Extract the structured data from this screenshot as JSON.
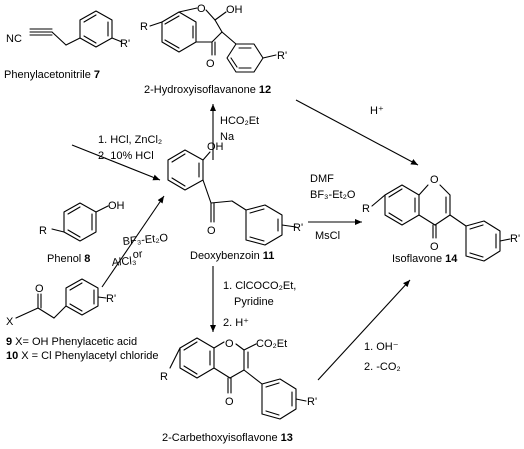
{
  "compounds": {
    "c12": {
      "name": "2-Hydroxyisoflavanone",
      "number": "12",
      "oh": "OH",
      "ring_o": "O",
      "keto_o": "O",
      "r": "R",
      "rp": "R'"
    },
    "c7": {
      "name": "Phenylacetonitrile",
      "number": "7",
      "nc": "NC",
      "rp": "R'"
    },
    "c8": {
      "name": "Phenol",
      "number": "8",
      "oh": "OH",
      "r": "R"
    },
    "c9_10": {
      "x": "X",
      "o": "O",
      "rp": "R'",
      "line9_num": "9",
      "line9_text": "X= OH Phenylacetic acid",
      "line10_num": "10",
      "line10_text": "X = Cl Phenylacetyl chloride"
    },
    "c11": {
      "name": "Deoxybenzoin",
      "number": "11",
      "oh": "OH",
      "o": "O",
      "rp": "R'"
    },
    "c13": {
      "name": "2-Carbethoxyisoflavone",
      "number": "13",
      "ring_o": "O",
      "ester": "CO₂Et",
      "keto_o": "O",
      "r": "R",
      "rp": "R'"
    },
    "c14": {
      "name": "Isoflavone",
      "number": "14",
      "ring_o": "O",
      "keto_o": "O",
      "r": "R",
      "rp": "R'"
    }
  },
  "reagents": {
    "r7_1": "1. HCl, ZnCl₂",
    "r7_2": "2. 10% HCl",
    "r_up_1": "HCO₂Et",
    "r_up_2": "Na",
    "r_bf3": "BF₃-Et₂O",
    "r_or": "or",
    "r_alcl3": "AlCl₃",
    "r_h1": "H⁺",
    "r_dmf": "DMF",
    "r_bf3b": "BF₃-Et₂O",
    "r_mscl": "MsCl",
    "r_down_1": "1. ClCOCO₂Et,",
    "r_down_2": "Pyridine",
    "r_down_3": "2. H⁺",
    "r_oh_1": "1. OH⁻",
    "r_oh_2": "2. -CO₂"
  }
}
